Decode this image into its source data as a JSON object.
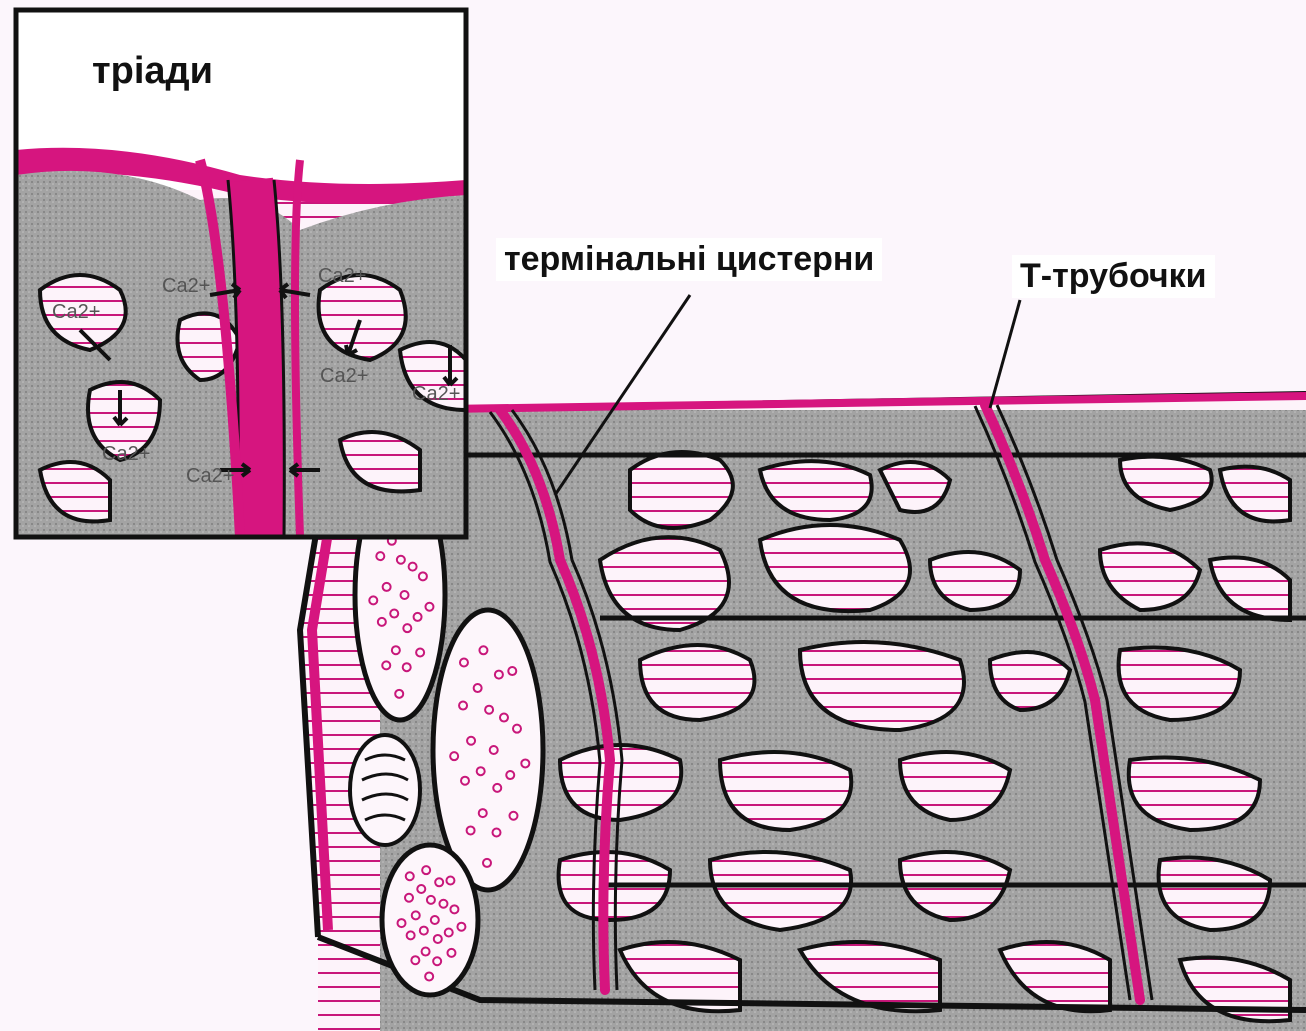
{
  "labels": {
    "triads": "тріади",
    "terminal_cisterns": "термінальні цистерни",
    "t_tubules": "Т-трубочки"
  },
  "ion_labels": [
    "Ca2+",
    "Ca2+",
    "Ca2+",
    "Ca2+",
    "Ca2+",
    "Ca2+",
    "Ca2+"
  ],
  "colors": {
    "background": "#fcf6fc",
    "reticulum": "#9b9b9b",
    "t_tubule": "#d6157f",
    "myofibril_stripe": "#c8177a",
    "outline": "#111111"
  }
}
